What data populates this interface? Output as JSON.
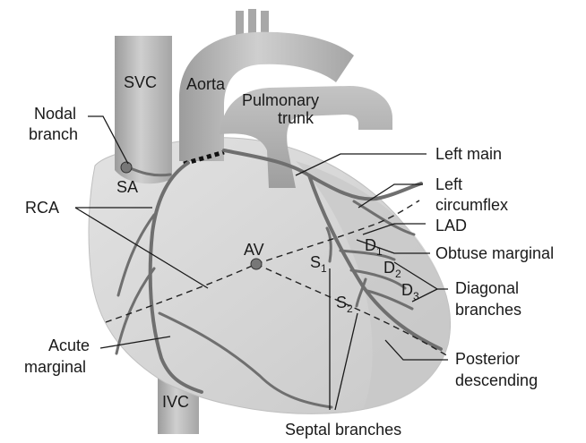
{
  "labels": {
    "svc": "SVC",
    "aorta": "Aorta",
    "pulmonary_trunk_line1": "Pulmonary",
    "pulmonary_trunk_line2": "trunk",
    "nodal_branch_line1": "Nodal",
    "nodal_branch_line2": "branch",
    "sa": "SA",
    "rca": "RCA",
    "av": "AV",
    "acute_marginal_line1": "Acute",
    "acute_marginal_line2": "marginal",
    "ivc": "IVC",
    "left_main": "Left main",
    "left_circumflex_line1": "Left",
    "left_circumflex_line2": "circumflex",
    "lad": "LAD",
    "obtuse_marginal": "Obtuse marginal",
    "diagonal_branches_line1": "Diagonal",
    "diagonal_branches_line2": "branches",
    "posterior_descending_line1": "Posterior",
    "posterior_descending_line2": "descending",
    "septal_branches": "Septal branches",
    "d1": "D",
    "d1_sub": "1",
    "d2": "D",
    "d2_sub": "2",
    "d3": "D",
    "d3_sub": "3",
    "s1": "S",
    "s1_sub": "1",
    "s2": "S",
    "s2_sub": "2"
  },
  "colors": {
    "heart_fill": "#d6d6d6",
    "vessel_fill": "#bdbdbd",
    "vessel_dark": "#9a9a9a",
    "artery_stroke": "#6f6f6f",
    "text": "#1a1a1a"
  }
}
